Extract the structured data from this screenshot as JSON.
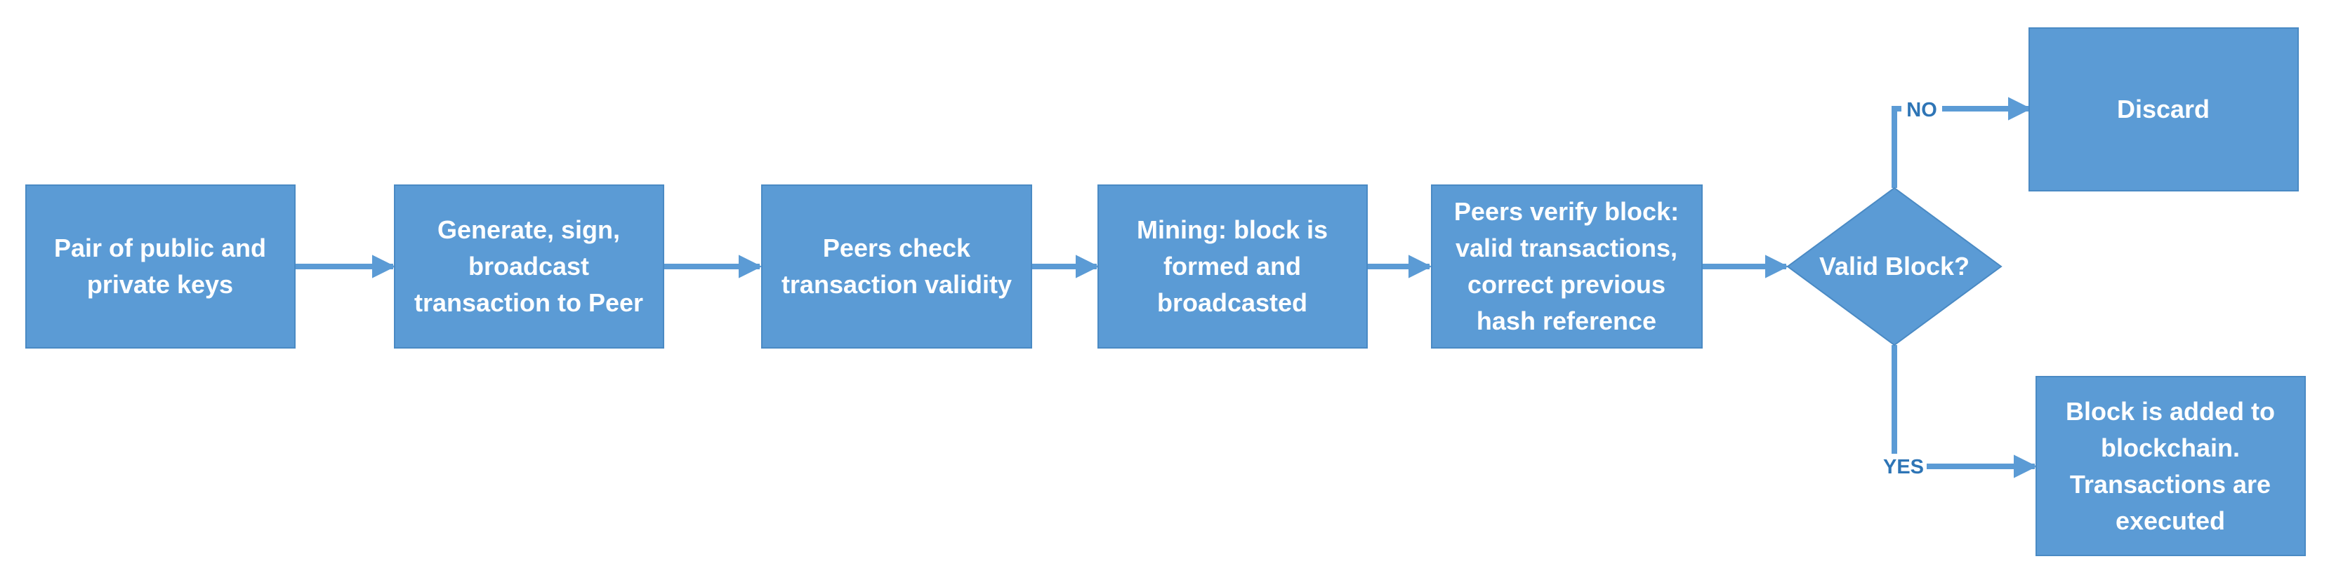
{
  "diagram": {
    "colors": {
      "box_fill": "#5b9bd5",
      "box_stroke": "#4a8ac4",
      "connector": "#5b9bd5",
      "box_text": "#ffffff",
      "label_text": "#2e75b6"
    },
    "nodes": {
      "keys": {
        "lines": [
          "Pair of public and",
          "private keys"
        ]
      },
      "generate": {
        "lines": [
          "Generate, sign,",
          "broadcast",
          "transaction to Peer"
        ]
      },
      "check": {
        "lines": [
          "Peers check",
          "transaction validity"
        ]
      },
      "mining": {
        "lines": [
          "Mining: block is",
          "formed and",
          "broadcasted"
        ]
      },
      "verify": {
        "lines": [
          "Peers verify block:",
          "valid transactions,",
          "correct previous",
          "hash reference"
        ]
      },
      "decision": {
        "lines": [
          "Valid Block?"
        ]
      },
      "discard": {
        "lines": [
          "Discard"
        ]
      },
      "added": {
        "lines": [
          "Block is added to",
          "blockchain.",
          "Transactions are",
          "executed"
        ]
      }
    },
    "edge_labels": {
      "no": "NO",
      "yes": "YES"
    }
  }
}
